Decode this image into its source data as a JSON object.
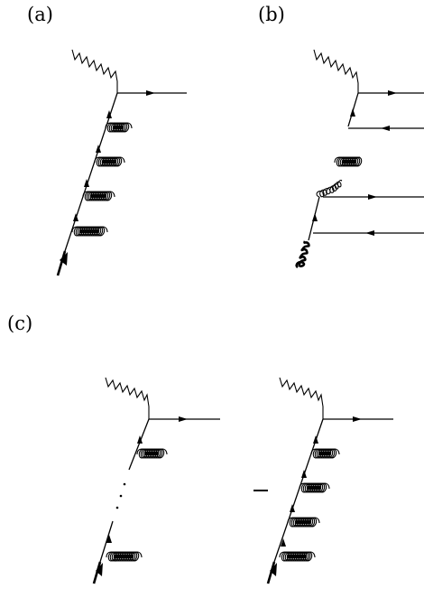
{
  "panels": [
    {
      "id": "a",
      "label": "(a)"
    },
    {
      "id": "b",
      "label": "(b)"
    },
    {
      "id": "c",
      "label": "(c)"
    }
  ],
  "operator": "−",
  "colors": {
    "ink": "#000000",
    "background": "#ffffff"
  }
}
